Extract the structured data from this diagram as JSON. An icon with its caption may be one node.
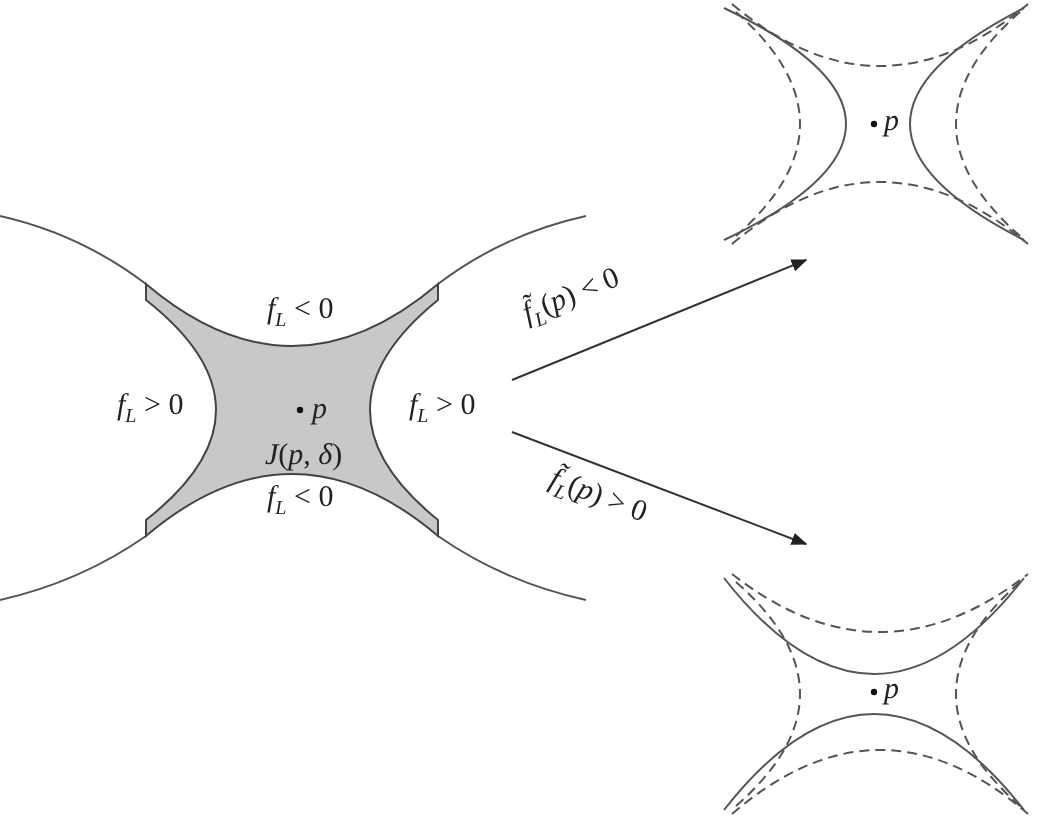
{
  "diagram": {
    "nodes": [
      {
        "text": [
          "p",
          "*J*(*p*, *δ*)"
        ]
      },
      {
        "text": [
          "p"
        ]
      },
      {
        "text": [
          "p"
        ]
      }
    ],
    "edges": [
      {
        "from": 0,
        "to": 1,
        "arrow": "to",
        "label": "*f̃*$_{L}$(*p*) < 0"
      },
      {
        "from": 0,
        "to": 2,
        "arrow": "to",
        "label": "*f̃*$_{L}$(*p*) > 0"
      }
    ],
    "labels": [
      "*f*$_{L}$ < 0",
      "*f*$_{L}$ > 0",
      "*f*$_{L}$ > 0",
      "*f*$_{L}$ < 0"
    ]
  }
}
